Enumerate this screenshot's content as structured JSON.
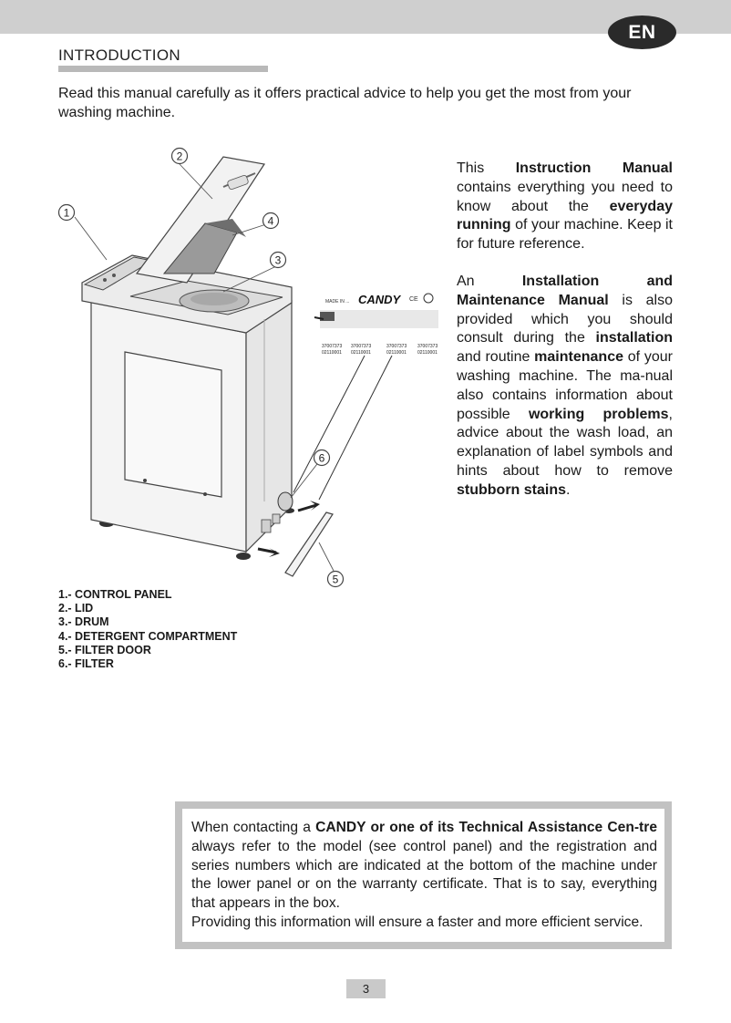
{
  "header": {
    "language_badge": "EN",
    "section_title": "INTRODUCTION"
  },
  "intro_text": "Read this manual carefully as it offers practical advice to help you get the most from your washing machine.",
  "column": {
    "p1": [
      {
        "text": "This ",
        "bold": false
      },
      {
        "text": "Instruction Manual",
        "bold": true
      },
      {
        "text": " contains everything you need to know about the ",
        "bold": false
      },
      {
        "text": "everyday running",
        "bold": true
      },
      {
        "text": " of your machine. Keep it for future reference.",
        "bold": false
      }
    ],
    "p2": [
      {
        "text": "An ",
        "bold": false
      },
      {
        "text": "Installation and Maintenance Manual",
        "bold": true
      },
      {
        "text": " is also provided which you should consult during the ",
        "bold": false
      },
      {
        "text": "installation",
        "bold": true
      },
      {
        "text": " and routine ",
        "bold": false
      },
      {
        "text": "maintenance",
        "bold": true
      },
      {
        "text": " of your washing machine. The ma-nual also contains information about possible ",
        "bold": false
      },
      {
        "text": "working problems",
        "bold": true
      },
      {
        "text": ", advice about the wash load, an explanation of label symbols and hints about how to remove ",
        "bold": false
      },
      {
        "text": "stubborn stains",
        "bold": true
      },
      {
        "text": ".",
        "bold": false
      }
    ]
  },
  "figure": {
    "callouts": [
      "1",
      "2",
      "3",
      "4",
      "5",
      "6"
    ],
    "rating_plate": {
      "brand": "CANDY",
      "codes_top": [
        "37007373",
        "37007373",
        "37007373",
        "37007373"
      ],
      "codes_bottom": [
        "02110001",
        "02110001",
        "02110001",
        "02110001"
      ]
    }
  },
  "legend": [
    "1.- CONTROL PANEL",
    "2.- LID",
    "3.- DRUM",
    "4.- DETERGENT COMPARTMENT",
    "5.- FILTER DOOR",
    "6.- FILTER"
  ],
  "notice": [
    {
      "text": "When contacting a ",
      "bold": false
    },
    {
      "text": "CANDY or one of its Technical Assistance Cen-tre",
      "bold": true
    },
    {
      "text": " always refer to the model (see control panel) and the registration and series numbers which are indicated at the bottom of the machine under the lower panel or on the warranty certificate. That is to say, everything that appears in the box.",
      "bold": false
    },
    {
      "text": "\nProviding this information will ensure a faster and more efficient service.",
      "bold": false
    }
  ],
  "page_number": "3",
  "colors": {
    "top_bar": "#cfcfcf",
    "badge": "#2a2a2a",
    "underline": "#b9b9b9",
    "notice_border": "#c2c2c2",
    "page_number_bg": "#c9c9c9"
  }
}
